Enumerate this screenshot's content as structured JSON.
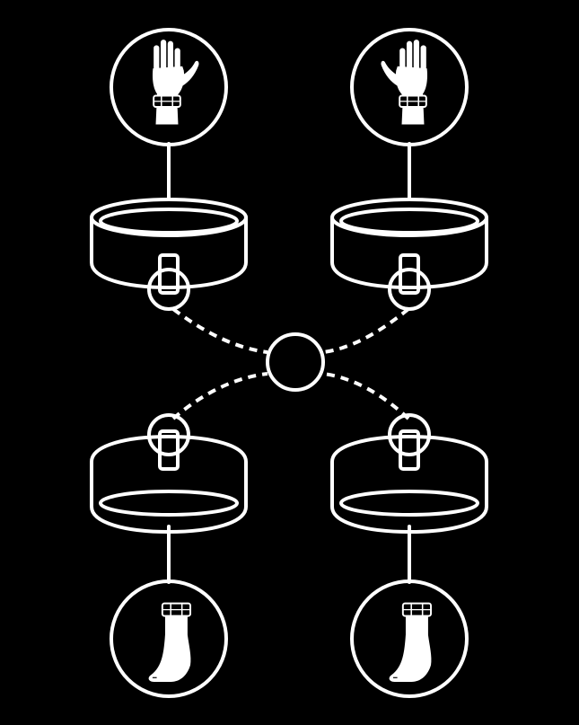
{
  "diagram": {
    "background_color": "#000000",
    "line_color": "#ffffff",
    "icons": [
      {
        "name": "wrist-cuff-icon",
        "position": "top-left"
      },
      {
        "name": "wrist-cuff-icon",
        "position": "top-right"
      },
      {
        "name": "ankle-cuff-icon",
        "position": "bottom-left"
      },
      {
        "name": "ankle-cuff-icon",
        "position": "bottom-right"
      }
    ],
    "cuffs": [
      {
        "name": "cuff-icon",
        "position": "top-left",
        "ring": "bottom"
      },
      {
        "name": "cuff-icon",
        "position": "top-right",
        "ring": "bottom"
      },
      {
        "name": "cuff-icon",
        "position": "bottom-left",
        "ring": "top"
      },
      {
        "name": "cuff-icon",
        "position": "bottom-right",
        "ring": "top"
      }
    ],
    "connector": {
      "name": "center-ring-icon",
      "style": "dashed-lines"
    }
  }
}
